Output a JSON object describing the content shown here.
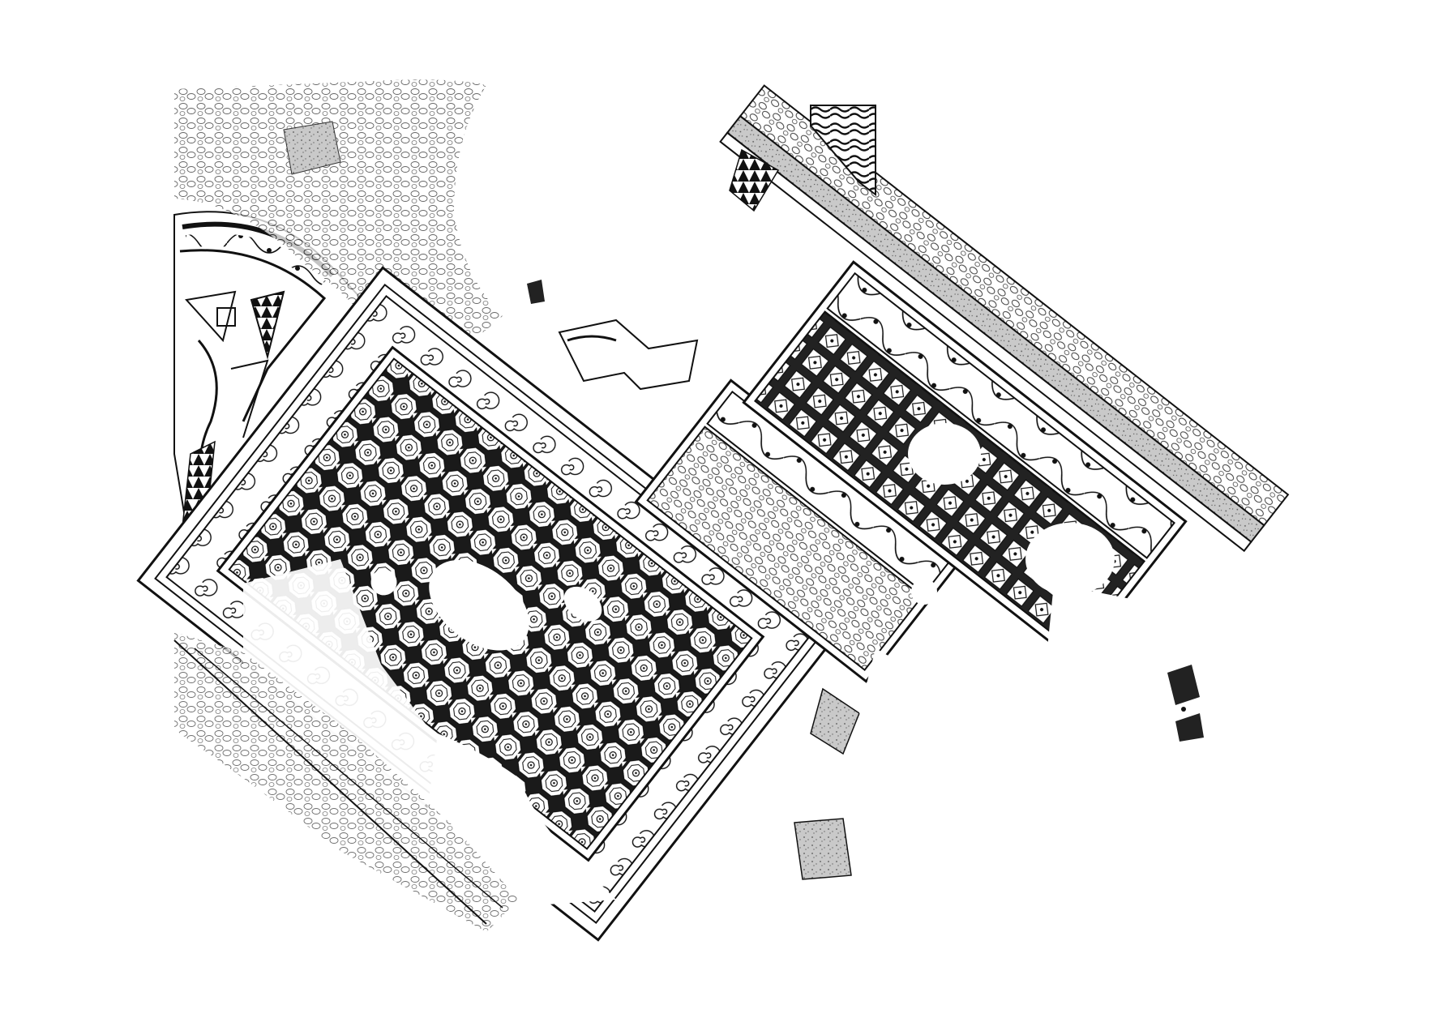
{
  "figure": {
    "ink_color": "#111111",
    "paper_color": "#ffffff",
    "stone_gray": "#8a8a8a",
    "fragments": [
      "octagon-grid-panel",
      "corner-triangle-panel",
      "pelta-border-panel",
      "square-lattice-panel",
      "outer-frieze-band"
    ]
  }
}
